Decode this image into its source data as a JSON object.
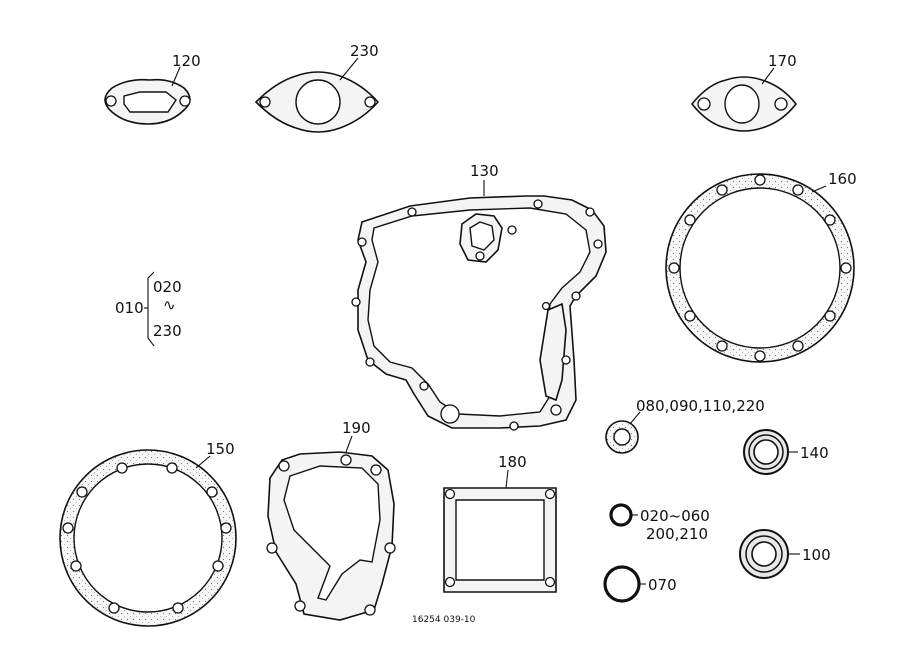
{
  "labels": {
    "p120": "120",
    "p230": "230",
    "p170": "170",
    "p130": "130",
    "p160": "160",
    "p010": "010",
    "p020": "020",
    "range_sep": "∿",
    "p230b": "230",
    "p080": "080,090,110,220",
    "p140": "140",
    "p150": "150",
    "p190": "190",
    "p180": "180",
    "p020b": "020~060",
    "p200": "200,210",
    "p100": "100",
    "p070": "070",
    "ref": "16254 039-10"
  }
}
